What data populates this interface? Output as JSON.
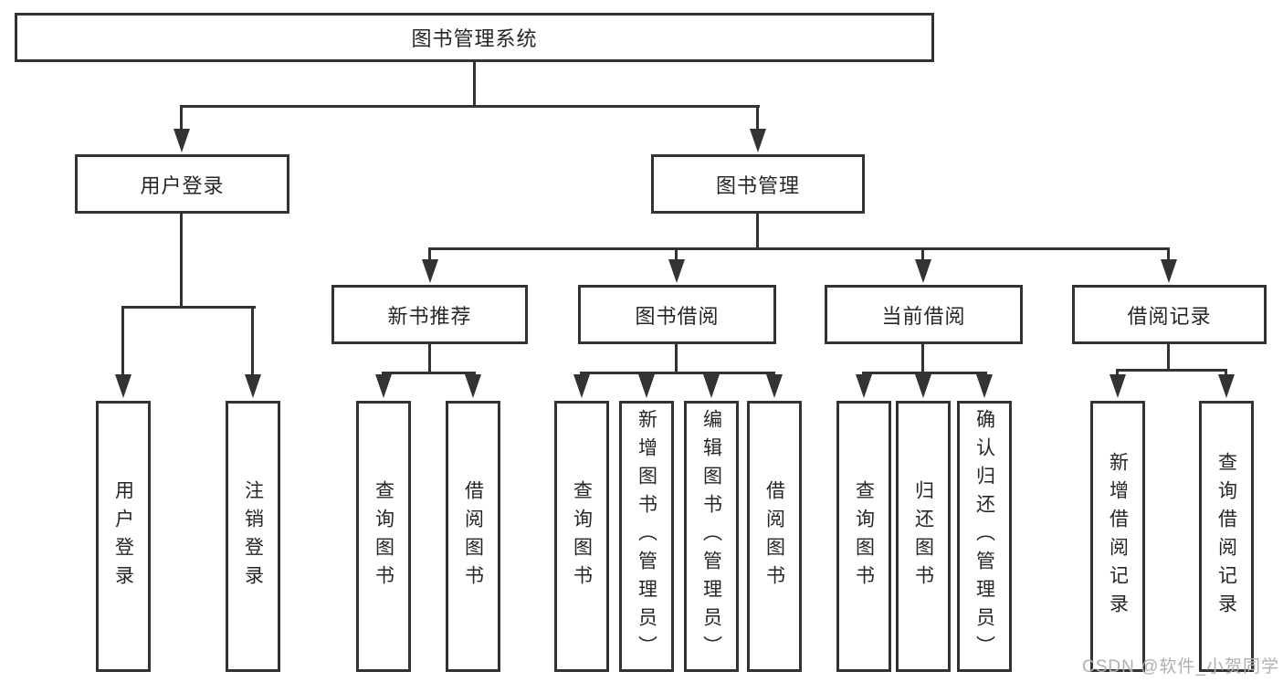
{
  "nodes": {
    "root": "图书管理系统",
    "level2": [
      "用户登录",
      "图书管理"
    ],
    "level3": [
      "新书推荐",
      "图书借阅",
      "当前借阅",
      "借阅记录"
    ],
    "leaves": {
      "user_login": [
        "用户登录",
        "注销登录"
      ],
      "new_book": [
        "查询图书",
        "借阅图书"
      ],
      "book_borrow": [
        "查询图书",
        "新增图书（管理员）",
        "编辑图书（管理员）",
        "借阅图书"
      ],
      "current": [
        "查询图书",
        "归还图书",
        "确认归还（管理员）"
      ],
      "records": [
        "新增借阅记录",
        "查询借阅记录"
      ]
    }
  },
  "hierarchy": {
    "图书管理系统": [
      "用户登录",
      "图书管理"
    ],
    "用户登录": [
      "用户登录",
      "注销登录"
    ],
    "图书管理": [
      "新书推荐",
      "图书借阅",
      "当前借阅",
      "借阅记录"
    ],
    "新书推荐": [
      "查询图书",
      "借阅图书"
    ],
    "图书借阅": [
      "查询图书",
      "新增图书（管理员）",
      "编辑图书（管理员）",
      "借阅图书"
    ],
    "当前借阅": [
      "查询图书",
      "归还图书",
      "确认归还（管理员）"
    ],
    "借阅记录": [
      "新增借阅记录",
      "查询借阅记录"
    ]
  },
  "watermark": "CSDN @软件_小贺同学",
  "colors": {
    "line": "#333333",
    "text": "#262626",
    "box_fill": "#ffffff",
    "background": "#ffffff",
    "watermark": "#b0b0b0"
  }
}
